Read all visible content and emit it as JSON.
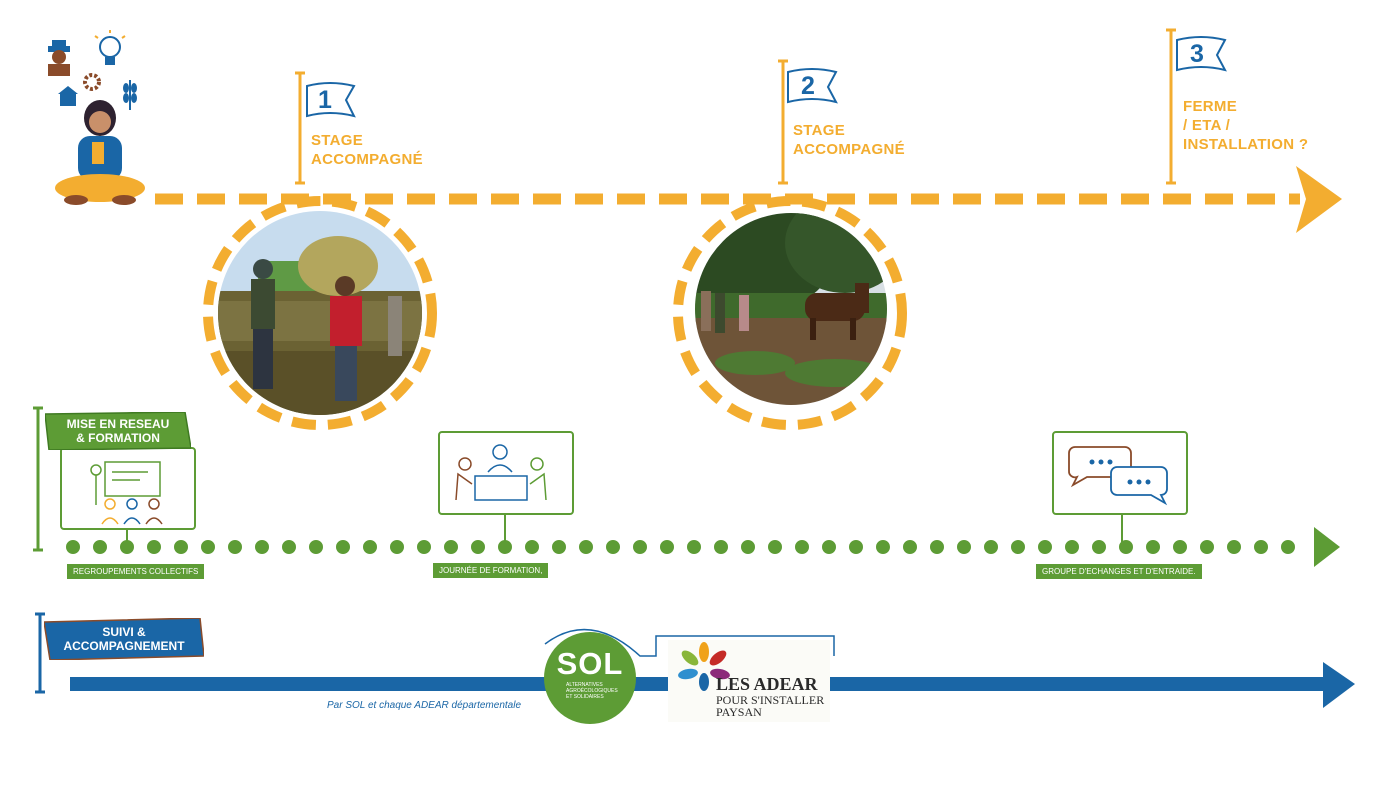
{
  "colors": {
    "orange": "#f3ad30",
    "green": "#5d9c35",
    "blue": "#1a66a6"
  },
  "timeline": {
    "steps": [
      {
        "number": "1",
        "label": "STAGE ACCOMPAGNÉ",
        "line1": "STAGE",
        "line2": "ACCOMPAGNÉ"
      },
      {
        "number": "2",
        "label": "STAGE ACCOMPAGNÉ",
        "line1": "STAGE",
        "line2": "ACCOMPAGNÉ"
      },
      {
        "number": "3",
        "line1": "FERME",
        "line2": "/ ETA /",
        "line3": "INSTALLATION ?"
      }
    ]
  },
  "network": {
    "banner_line1": "MISE EN RESEAU",
    "banner_line2": "& FORMATION",
    "items": [
      {
        "label": "REGROUPEMENTS COLLECTIFS",
        "icon": "presentation-icon"
      },
      {
        "label": "JOURNÉE DE FORMATION,",
        "icon": "meeting-table-icon"
      },
      {
        "label": "GROUPE D'ECHANGES ET D'ENTRAIDE.",
        "icon": "speech-bubbles-icon"
      }
    ]
  },
  "support": {
    "banner_line1": "SUIVI &",
    "banner_line2": "ACCOMPAGNEMENT",
    "caption": "Par SOL et chaque ADEAR départementale",
    "sol_logo": {
      "name": "SOL",
      "line1": "ALTERNATIVES",
      "line2": "AGROÉCOLOGIQUES",
      "line3": "ET SOLIDAIRES"
    },
    "adear_logo": {
      "title": "LES ADEAR",
      "line2": "POUR S'INSTALLER",
      "line3": "PAYSAN"
    }
  }
}
